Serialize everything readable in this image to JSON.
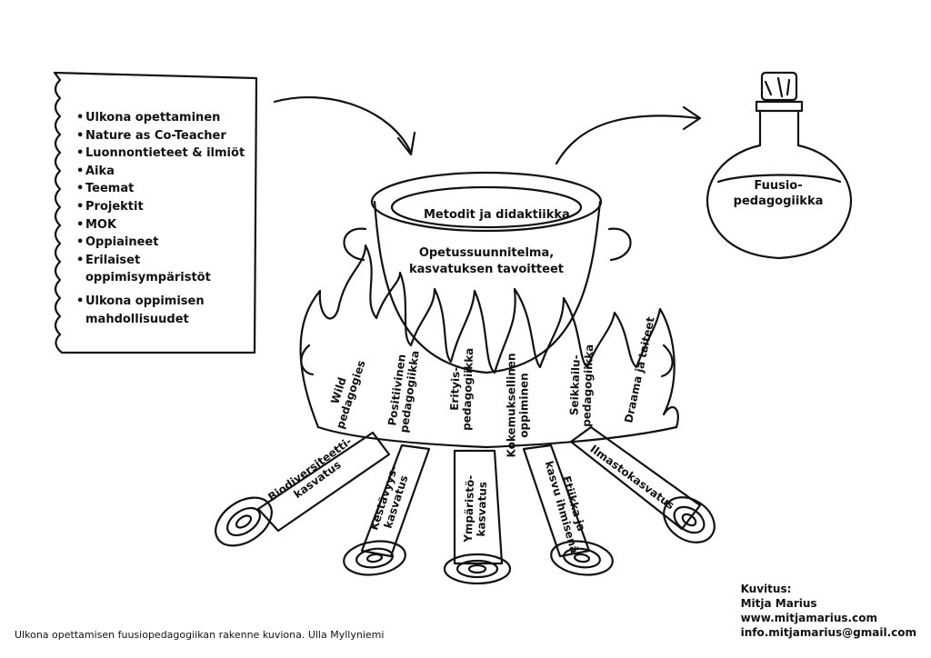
{
  "note_card": {
    "items": [
      {
        "lines": [
          "Ulkona opettaminen"
        ]
      },
      {
        "lines": [
          "Nature as Co-Teacher"
        ]
      },
      {
        "lines": [
          "Luonnontieteet & ilmiöt"
        ]
      },
      {
        "lines": [
          "Aika"
        ]
      },
      {
        "lines": [
          "Teemat"
        ]
      },
      {
        "lines": [
          "Projektit"
        ]
      },
      {
        "lines": [
          "MOK"
        ]
      },
      {
        "lines": [
          "Oppiaineet"
        ]
      },
      {
        "lines": [
          "Erilaiset",
          "oppimisympäristöt"
        ]
      },
      {
        "lines": [
          "Ulkona oppimisen",
          "mahdollisuudet"
        ]
      }
    ]
  },
  "cauldron": {
    "rim_label": "Metodit ja didaktiikka",
    "body_label_line1": "Opetussuunnitelma,",
    "body_label_line2": "kasvatuksen tavoitteet"
  },
  "flames": [
    {
      "line1": "Wild",
      "line2": "pedagogies"
    },
    {
      "line1": "Positiivinen",
      "line2": "pedagogiikka"
    },
    {
      "line1": "Erityis-",
      "line2": "pedagogiikka"
    },
    {
      "line1": "Kokemuksellinen",
      "line2": "oppiminen"
    },
    {
      "line1": "Seikkailu-",
      "line2": "pedagogiikka"
    },
    {
      "line1": "Draama ja taiteet",
      "line2": ""
    }
  ],
  "logs": [
    {
      "line1": "Biodiversiteetti-",
      "line2": "kasvatus"
    },
    {
      "line1": "Kestävyys-",
      "line2": "kasvatus"
    },
    {
      "line1": "Ympäristö-",
      "line2": "kasvatus"
    },
    {
      "line1": "Etiikka ja",
      "line2": "kasvu ihmisenä"
    },
    {
      "line1": "Ilmastokasvatus",
      "line2": ""
    }
  ],
  "potion": {
    "line1": "Fuusio-",
    "line2": "pedagogiikka"
  },
  "credits": {
    "heading": "Kuvitus:",
    "name": "Mitja Marius",
    "website": "www.mitjamarius.com",
    "email": "info.mitjamarius@gmail.com"
  },
  "caption": "Ulkona opettamisen fuusiopedagogiikan rakenne kuviona. Ulla Myllyniemi",
  "colors": {
    "ink": "#111111",
    "paper": "#ffffff"
  }
}
